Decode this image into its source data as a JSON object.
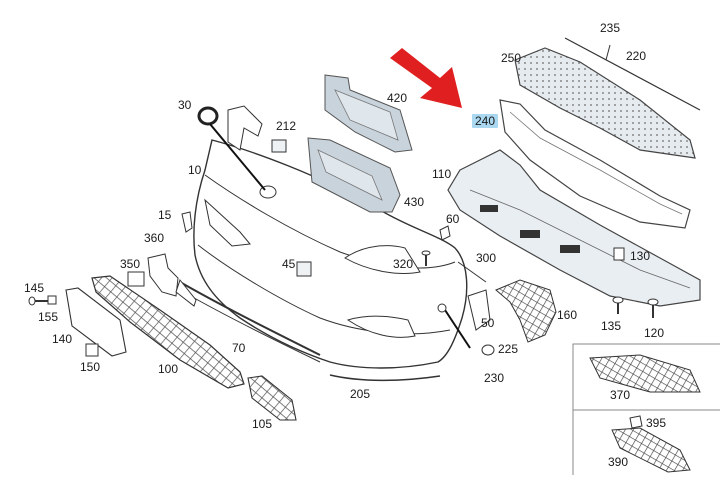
{
  "diagram": {
    "highlight_color": "#a9d8f0",
    "arrow_color": "#e02020",
    "part_color": "#c9d3dc",
    "callouts": {
      "p10": "10",
      "p15": "15",
      "p30": "30",
      "p45": "45",
      "p50": "50",
      "p60": "60",
      "p70": "70",
      "p100": "100",
      "p105": "105",
      "p110": "110",
      "p120": "120",
      "p130": "130",
      "p135": "135",
      "p140": "140",
      "p145": "145",
      "p150": "150",
      "p155": "155",
      "p160": "160",
      "p205": "205",
      "p212": "212",
      "p220": "220",
      "p225": "225",
      "p230": "230",
      "p235": "235",
      "p240": "240",
      "p250": "250",
      "p300": "300",
      "p320": "320",
      "p350": "350",
      "p360": "360",
      "p370": "370",
      "p390": "390",
      "p395": "395",
      "p420": "420",
      "p430": "430"
    },
    "highlighted_part": "240"
  }
}
